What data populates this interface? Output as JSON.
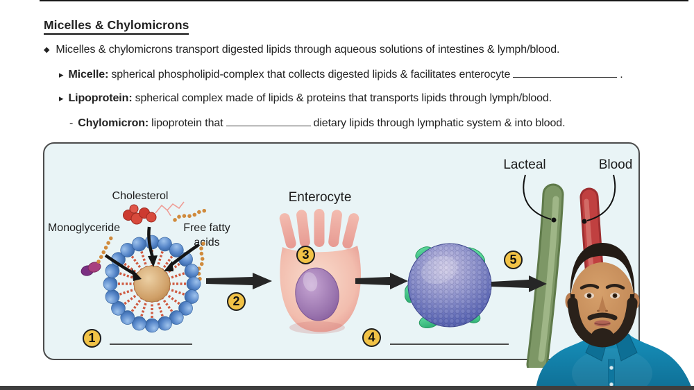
{
  "slide": {
    "title": "Micelles & Chylomicrons",
    "bullet1": {
      "marker": "◆",
      "text": "Micelles & chylomicrons transport digested lipids through aqueous solutions of intestines & lymph/blood."
    },
    "bullet2": {
      "marker": "▸",
      "term": "Micelle:",
      "before_blank": "spherical phospholipid-complex that collects digested lipids & facilitates enterocyte",
      "after_blank": "."
    },
    "bullet3": {
      "marker": "▸",
      "term": "Lipoprotein:",
      "text": "spherical complex made of lipids & proteins that transports lipids through lymph/blood."
    },
    "bullet4": {
      "marker": "-",
      "term": "Chylomicron:",
      "before_blank": "lipoprotein that",
      "after_blank": "dietary lipids through lymphatic system & into blood."
    }
  },
  "diagram": {
    "labels": {
      "cholesterol": "Cholesterol",
      "monoglyceride": "Monoglyceride",
      "free_fatty_acids": "Free fatty acids",
      "enterocyte": "Enterocyte",
      "lacteal": "Lacteal",
      "blood": "Blood"
    },
    "steps": [
      "1",
      "2",
      "3",
      "4",
      "5"
    ]
  },
  "colors": {
    "badge_yellow": "#f1c246",
    "box_background": "#e9f4f6",
    "lacteal_green": "#7d9766",
    "blood_red": "#c04040",
    "shirt_teal": "#1482aa"
  }
}
